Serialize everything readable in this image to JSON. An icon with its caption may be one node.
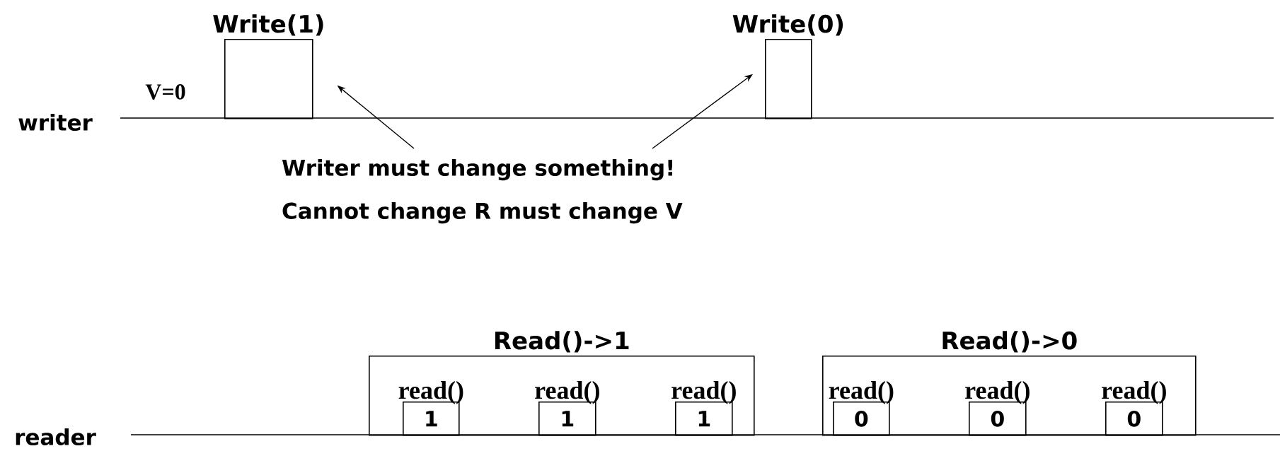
{
  "diagram": {
    "nodes": [
      {
        "text": [
          "Write(1)"
        ]
      },
      {
        "text": [
          "Write(0)"
        ]
      },
      {
        "text": [
          "Writer must change something!",
          "Cannot change R must change V"
        ]
      },
      {
        "text": [
          "Read()->1"
        ]
      },
      {
        "text": [
          "read()",
          "1"
        ],
        "in": 3
      },
      {
        "text": [
          "read()",
          "1"
        ],
        "in": 3
      },
      {
        "text": [
          "read()",
          "1"
        ],
        "in": 3
      },
      {
        "text": [
          "Read()->0"
        ]
      },
      {
        "text": [
          "read()",
          "0"
        ],
        "in": 7
      },
      {
        "text": [
          "read()",
          "0"
        ],
        "in": 7
      },
      {
        "text": [
          "read()",
          "0"
        ],
        "in": 7
      }
    ],
    "edges": [
      {
        "from": 2,
        "to": 0,
        "arrow": "to"
      },
      {
        "from": 2,
        "to": 1,
        "arrow": "to"
      }
    ],
    "labels": [
      "V=0",
      "writer",
      "reader"
    ]
  }
}
